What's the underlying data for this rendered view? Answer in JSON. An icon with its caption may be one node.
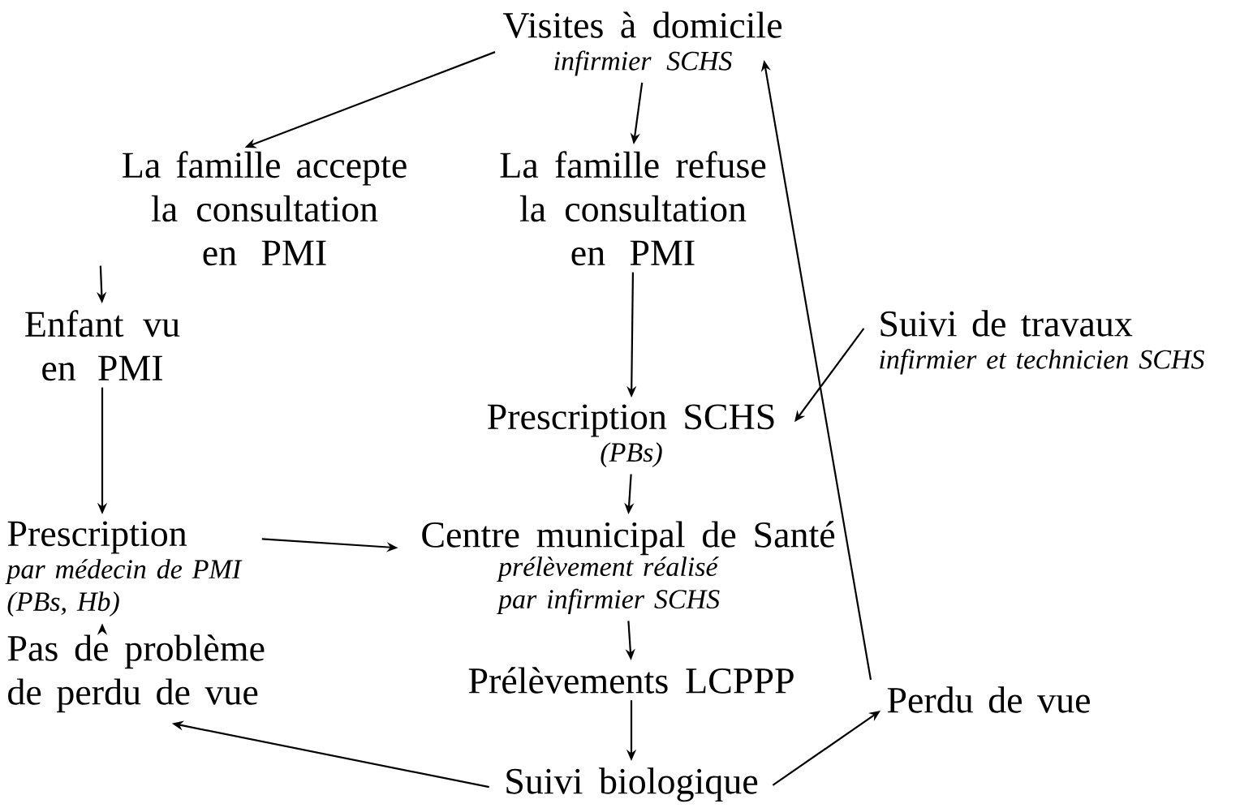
{
  "diagram": {
    "nodes": [
      {
        "text": [
          "Visites à domicile",
          "infirmier SCHS"
        ]
      },
      {
        "text": [
          "La famille accepte la consultation en PMI"
        ]
      },
      {
        "text": [
          "La famille refuse la consultation en PMI"
        ]
      },
      {
        "text": [
          "Suivi de travaux",
          "infirmier et technicien SCHS"
        ]
      },
      {
        "text": [
          "Enfant vu en PMI"
        ]
      },
      {
        "text": [
          "Prescription SCHS",
          "(PBs)"
        ]
      },
      {
        "text": [
          "Prescription",
          "par médecin de PMI",
          "(PBs, Hb)"
        ]
      },
      {
        "text": [
          "Centre municipal de Santé",
          "prélèvement réalisé par infirmier SCHS"
        ]
      },
      {
        "text": [
          "Pas de problème de perdu de vue"
        ]
      },
      {
        "text": [
          "Prélèvements LCPPP"
        ]
      },
      {
        "text": [
          "Perdu de vue"
        ]
      },
      {
        "text": [
          "Suivi biologique"
        ]
      }
    ],
    "edges": [
      {
        "from": 0,
        "to": 1,
        "arrow": "to"
      },
      {
        "from": 0,
        "to": 2,
        "arrow": "to"
      },
      {
        "from": 1,
        "to": 4,
        "arrow": "to"
      },
      {
        "from": 2,
        "to": 5,
        "arrow": "to"
      },
      {
        "from": 3,
        "to": 5,
        "arrow": "to"
      },
      {
        "from": 4,
        "to": 6,
        "arrow": "to"
      },
      {
        "from": 6,
        "to": 7,
        "arrow": "to"
      },
      {
        "from": 5,
        "to": 7,
        "arrow": "to"
      },
      {
        "from": 7,
        "to": 9,
        "arrow": "to"
      },
      {
        "from": 8,
        "to": 6,
        "arrow": "to"
      },
      {
        "from": 9,
        "to": 11,
        "arrow": "to"
      },
      {
        "from": 11,
        "to": 8,
        "arrow": "to"
      },
      {
        "from": 11,
        "to": 10,
        "arrow": "to"
      },
      {
        "from": 10,
        "to": 0,
        "arrow": "to"
      }
    ]
  }
}
